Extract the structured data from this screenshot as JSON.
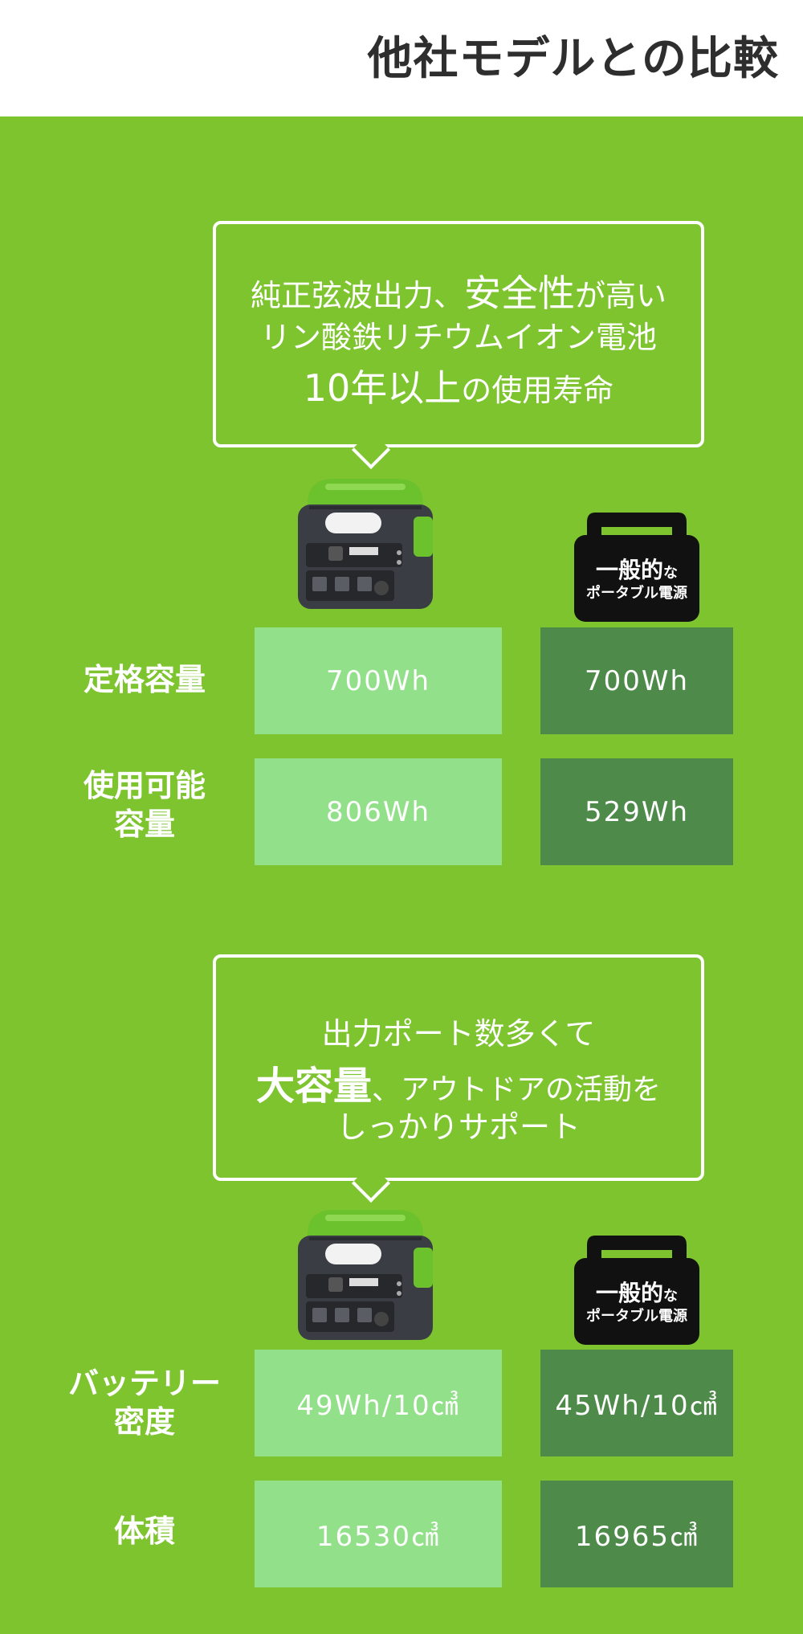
{
  "header": {
    "title": "他社モデルとの比較"
  },
  "section1": {
    "bubble": {
      "line1_small": "純正弦波出力、",
      "line1_big": "安全性",
      "line1_end": "が高い",
      "line2": "リン酸鉄リチウムイオン電池",
      "line3_big": "10年以上",
      "line3_end": "の使用寿命"
    },
    "generic_label": {
      "main": "一般的",
      "suffix": "な",
      "sub": "ポータブル電源"
    },
    "rows": [
      {
        "label": "定格容量",
        "ours": "700Wh",
        "theirs": "700Wh"
      },
      {
        "label_line1": "使用可能",
        "label_line2": "容量",
        "ours": "806Wh",
        "theirs": "529Wh"
      }
    ]
  },
  "section2": {
    "bubble": {
      "line1": "出力ポート数多くて",
      "line2_big": "大容量",
      "line2_end": "、アウトドアの活動を",
      "line3": "しっかりサポート"
    },
    "generic_label": {
      "main": "一般的",
      "suffix": "な",
      "sub": "ポータブル電源"
    },
    "rows": [
      {
        "label_line1": "バッテリー",
        "label_line2": "密度",
        "ours": "49Wh/10㎤",
        "theirs": "45Wh/10㎤"
      },
      {
        "label": "体積",
        "ours": "16530㎤",
        "theirs": "16965㎤"
      }
    ]
  },
  "colors": {
    "background": "#7dc42f",
    "ours_cell": "#93e08a",
    "theirs_cell": "#4e8b4a",
    "header": "#ffffff"
  }
}
